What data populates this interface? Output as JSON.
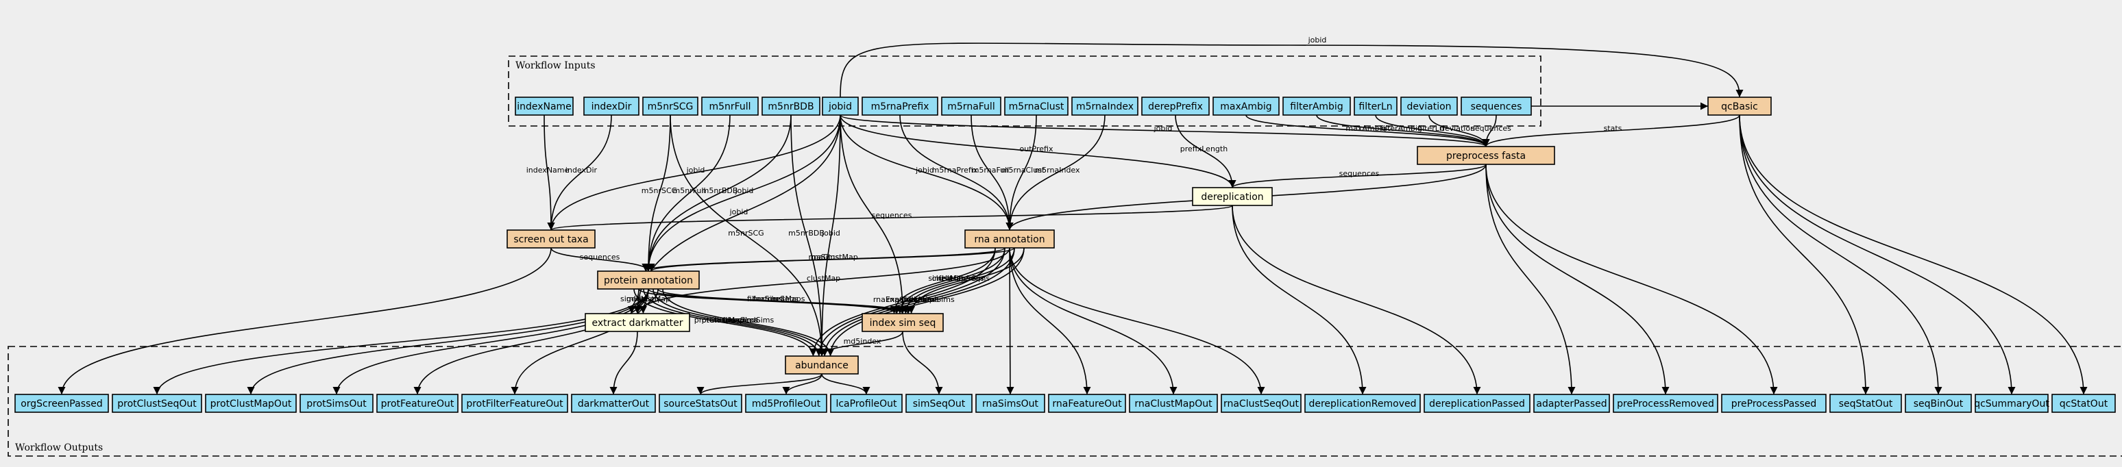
{
  "clusters": {
    "inputs": "Workflow Inputs",
    "outputs": "Workflow Outputs"
  },
  "colors": {
    "io": "#94ddf4",
    "step": "#f3cea1",
    "tool": "#ffffe0",
    "background": "#eeeeee",
    "edge": "#000000"
  },
  "inputs": [
    "indexName",
    "indexDir",
    "m5nrSCG",
    "m5nrFull",
    "m5nrBDB",
    "jobid",
    "m5rnaPrefix",
    "m5rnaFull",
    "m5rnaClust",
    "m5rnaIndex",
    "derepPrefix",
    "maxAmbig",
    "filterAmbig",
    "filterLn",
    "deviation",
    "sequences"
  ],
  "steps": [
    "qcBasic",
    "preprocess fasta",
    "dereplication",
    "screen out taxa",
    "rna annotation",
    "protein annotation",
    "extract darkmatter",
    "index sim seq",
    "abundance"
  ],
  "outputs": [
    "orgScreenPassed",
    "protClustSeqOut",
    "protClustMapOut",
    "protSimsOut",
    "protFeatureOut",
    "protFilterFeatureOut",
    "darkmatterOut",
    "sourceStatsOut",
    "md5ProfileOut",
    "lcaProfileOut",
    "simSeqOut",
    "rnaSimsOut",
    "rnaFeatureOut",
    "rnaClustMapOut",
    "rnaClustSeqOut",
    "dereplicationRemoved",
    "dereplicationPassed",
    "adapterPassed",
    "preProcessRemoved",
    "preProcessPassed",
    "seqStatOut",
    "seqBinOut",
    "qcSummaryOut",
    "qcStatOut"
  ],
  "edges": [
    {
      "from": "jobid",
      "to": "qcBasic",
      "label": "jobid"
    },
    {
      "from": "jobid",
      "to": "preprocess fasta",
      "label": "jobid"
    },
    {
      "from": "jobid",
      "to": "dereplication",
      "label": "outPrefix"
    },
    {
      "from": "jobid",
      "to": "screen out taxa",
      "label": "jobid"
    },
    {
      "from": "jobid",
      "to": "rna annotation",
      "label": "jobid"
    },
    {
      "from": "jobid",
      "to": "protein annotation",
      "label": "jobid"
    },
    {
      "from": "jobid",
      "to": "extract darkmatter",
      "label": "jobid"
    },
    {
      "from": "jobid",
      "to": "abundance",
      "label": "jobid"
    },
    {
      "from": "jobid",
      "to": "index sim seq",
      "label": ""
    },
    {
      "from": "indexName",
      "to": "screen out taxa",
      "label": "indexName"
    },
    {
      "from": "indexDir",
      "to": "screen out taxa",
      "label": "indexDir"
    },
    {
      "from": "m5nrSCG",
      "to": "protein annotation",
      "label": "m5nrSCG"
    },
    {
      "from": "m5nrSCG",
      "to": "abundance",
      "label": "m5nrSCG"
    },
    {
      "from": "m5nrFull",
      "to": "protein annotation",
      "label": "m5nrFull"
    },
    {
      "from": "m5nrBDB",
      "to": "protein annotation",
      "label": "m5nrBDB"
    },
    {
      "from": "m5nrBDB",
      "to": "abundance",
      "label": "m5nrBDB"
    },
    {
      "from": "m5rnaPrefix",
      "to": "rna annotation",
      "label": "m5rnaPrefix"
    },
    {
      "from": "m5rnaFull",
      "to": "rna annotation",
      "label": "m5rnaFull"
    },
    {
      "from": "m5rnaClust",
      "to": "rna annotation",
      "label": "m5rnaClust"
    },
    {
      "from": "m5rnaIndex",
      "to": "rna annotation",
      "label": "m5rnaIndex"
    },
    {
      "from": "derepPrefix",
      "to": "dereplication",
      "label": "prefixLength"
    },
    {
      "from": "maxAmbig",
      "to": "preprocess fasta",
      "label": "maxAmbig"
    },
    {
      "from": "filterAmbig",
      "to": "preprocess fasta",
      "label": "filterAmbig"
    },
    {
      "from": "filterLn",
      "to": "preprocess fasta",
      "label": "filterLn"
    },
    {
      "from": "deviation",
      "to": "preprocess fasta",
      "label": "deviation"
    },
    {
      "from": "sequences",
      "to": "qcBasic",
      "label": ""
    },
    {
      "from": "sequences",
      "to": "preprocess fasta",
      "label": "sequences"
    },
    {
      "from": "qcBasic",
      "to": "preprocess fasta",
      "label": "stats"
    },
    {
      "from": "preprocess fasta",
      "to": "dereplication",
      "label": "sequences"
    },
    {
      "from": "preprocess fasta",
      "to": "rna annotation",
      "label": "sequences"
    },
    {
      "from": "dereplication",
      "to": "screen out taxa",
      "label": "sequences"
    },
    {
      "from": "screen out taxa",
      "to": "protein annotation",
      "label": "sequences"
    },
    {
      "from": "rna annotation",
      "to": "protein annotation",
      "label": "rnaSims"
    },
    {
      "from": "rna annotation",
      "to": "protein annotation",
      "label": "rnaClustMap"
    },
    {
      "from": "rna annotation",
      "to": "extract darkmatter",
      "label": "clustMap"
    },
    {
      "from": "rna annotation",
      "to": "index sim seq",
      "label": "simHit"
    },
    {
      "from": "rna annotation",
      "to": "index sim seq",
      "label": "clustMaps"
    },
    {
      "from": "rna annotation",
      "to": "index sim seq",
      "label": "featureSeqs"
    },
    {
      "from": "rna annotation",
      "to": "index sim seq",
      "label": "filterSims"
    },
    {
      "from": "rna annotation",
      "to": "abundance",
      "label": "rnaExpandLca"
    },
    {
      "from": "rna annotation",
      "to": "abundance",
      "label": "rnaClustMap"
    },
    {
      "from": "rna annotation",
      "to": "abundance",
      "label": "filterSims"
    },
    {
      "from": "rna annotation",
      "to": "abundance",
      "label": "expandSims"
    },
    {
      "from": "protein annotation",
      "to": "extract darkmatter",
      "label": "simHit"
    },
    {
      "from": "protein annotation",
      "to": "extract darkmatter",
      "label": "geneSeq"
    },
    {
      "from": "protein annotation",
      "to": "extract darkmatter",
      "label": "clustMap"
    },
    {
      "from": "protein annotation",
      "to": "index sim seq",
      "label": "filterSims"
    },
    {
      "from": "protein annotation",
      "to": "index sim seq",
      "label": "featureSeqs"
    },
    {
      "from": "protein annotation",
      "to": "index sim seq",
      "label": "clustMaps"
    },
    {
      "from": "protein annotation",
      "to": "abundance",
      "label": "protClustMap"
    },
    {
      "from": "protein annotation",
      "to": "abundance",
      "label": "protExpandLca"
    },
    {
      "from": "protein annotation",
      "to": "abundance",
      "label": "filterSims"
    },
    {
      "from": "protein annotation",
      "to": "abundance",
      "label": "expandSims"
    },
    {
      "from": "index sim seq",
      "to": "abundance",
      "label": "md5index"
    },
    {
      "from": "screen out taxa",
      "to": "orgScreenPassed",
      "label": ""
    },
    {
      "from": "protein annotation",
      "to": "protClustSeqOut",
      "label": ""
    },
    {
      "from": "protein annotation",
      "to": "protClustMapOut",
      "label": ""
    },
    {
      "from": "protein annotation",
      "to": "protSimsOut",
      "label": ""
    },
    {
      "from": "protein annotation",
      "to": "protFeatureOut",
      "label": ""
    },
    {
      "from": "protein annotation",
      "to": "protFilterFeatureOut",
      "label": ""
    },
    {
      "from": "extract darkmatter",
      "to": "darkmatterOut",
      "label": ""
    },
    {
      "from": "abundance",
      "to": "sourceStatsOut",
      "label": ""
    },
    {
      "from": "abundance",
      "to": "md5ProfileOut",
      "label": ""
    },
    {
      "from": "abundance",
      "to": "lcaProfileOut",
      "label": ""
    },
    {
      "from": "index sim seq",
      "to": "simSeqOut",
      "label": ""
    },
    {
      "from": "rna annotation",
      "to": "rnaSimsOut",
      "label": ""
    },
    {
      "from": "rna annotation",
      "to": "rnaFeatureOut",
      "label": ""
    },
    {
      "from": "rna annotation",
      "to": "rnaClustMapOut",
      "label": ""
    },
    {
      "from": "rna annotation",
      "to": "rnaClustSeqOut",
      "label": ""
    },
    {
      "from": "dereplication",
      "to": "dereplicationRemoved",
      "label": ""
    },
    {
      "from": "dereplication",
      "to": "dereplicationPassed",
      "label": ""
    },
    {
      "from": "preprocess fasta",
      "to": "adapterPassed",
      "label": ""
    },
    {
      "from": "preprocess fasta",
      "to": "preProcessRemoved",
      "label": ""
    },
    {
      "from": "preprocess fasta",
      "to": "preProcessPassed",
      "label": ""
    },
    {
      "from": "qcBasic",
      "to": "seqStatOut",
      "label": ""
    },
    {
      "from": "qcBasic",
      "to": "seqBinOut",
      "label": ""
    },
    {
      "from": "qcBasic",
      "to": "qcSummaryOut",
      "label": ""
    },
    {
      "from": "qcBasic",
      "to": "qcStatOut",
      "label": ""
    }
  ]
}
